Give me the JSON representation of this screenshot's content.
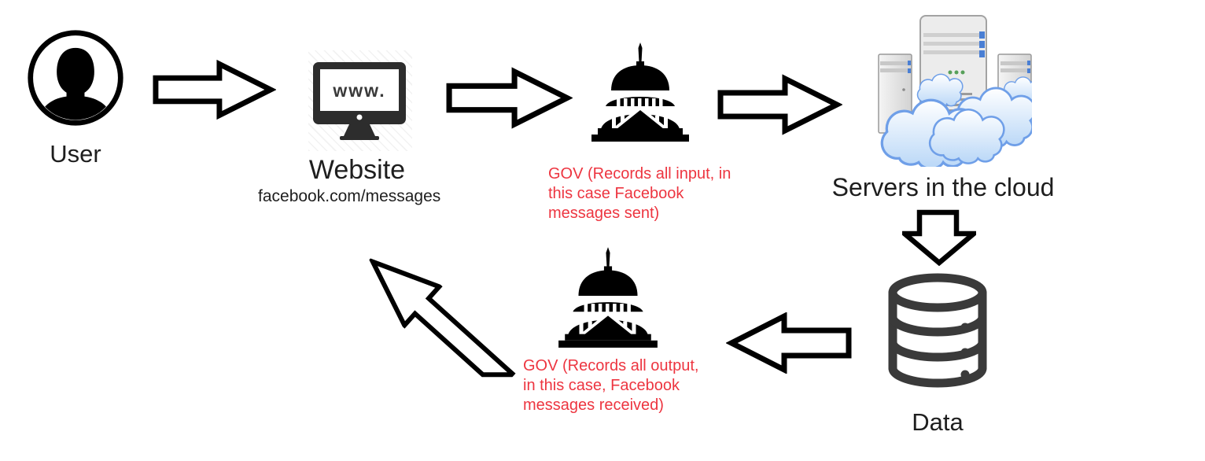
{
  "diagram": {
    "title": "Facebook message flow with government interception",
    "colors": {
      "background": "#ffffff",
      "label_text": "#1e1e1e",
      "annotation_red": "#ed3540",
      "icon_black": "#000000",
      "monitor_dark": "#2d2d2d",
      "database_gray": "#3a3a3a",
      "cloud_fill": "#cfe3fa",
      "cloud_stroke": "#6f9fe8",
      "server_body": "#ececec",
      "server_accent_blue": "#4a7fd4",
      "server_led_green": "#57a05a",
      "arrow_fill": "#ffffff",
      "arrow_stroke": "#000000"
    },
    "nodes": {
      "user": {
        "label": "User",
        "icon": "user-avatar-icon"
      },
      "website": {
        "label": "Website",
        "sublabel": "facebook.com/messages",
        "screen_text": "www.",
        "icon": "monitor-www-icon"
      },
      "gov_input": {
        "caption": "GOV (Records all input, in\nthis case Facebook\nmessages sent)",
        "icon": "capitol-building-icon"
      },
      "servers": {
        "label": "Servers in the cloud",
        "icon": "cloud-servers-icon"
      },
      "data": {
        "label": "Data",
        "icon": "database-icon"
      },
      "gov_output": {
        "caption": "GOV (Records all output,\nin this case, Facebook\nmessages received)",
        "icon": "capitol-building-icon"
      }
    },
    "arrows": [
      {
        "name": "arrow-user-to-website",
        "direction": "right"
      },
      {
        "name": "arrow-website-to-gov-input",
        "direction": "right"
      },
      {
        "name": "arrow-gov-input-to-servers",
        "direction": "right"
      },
      {
        "name": "arrow-servers-to-data",
        "direction": "down"
      },
      {
        "name": "arrow-data-to-gov-output",
        "direction": "left"
      },
      {
        "name": "arrow-gov-output-to-website",
        "direction": "up-left"
      }
    ]
  }
}
